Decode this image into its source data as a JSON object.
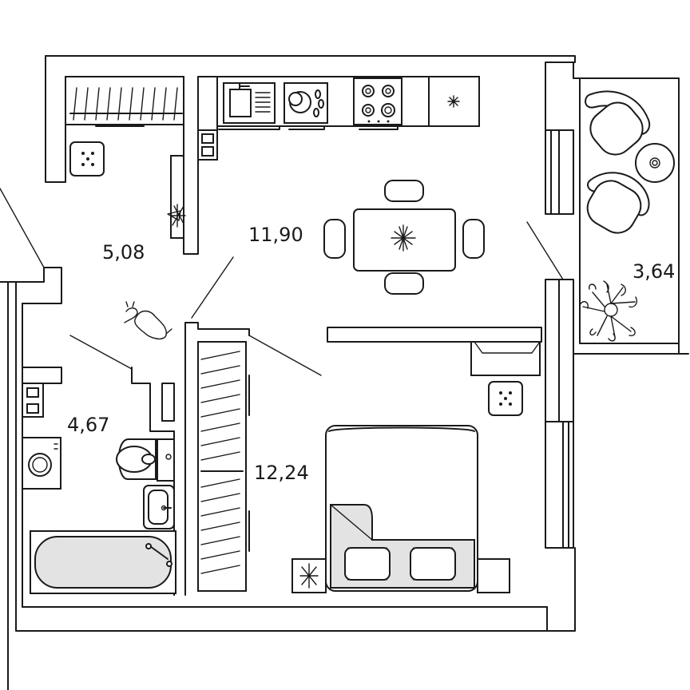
{
  "rooms": {
    "hallway": {
      "area": "5,08"
    },
    "kitchen_living": {
      "area": "11,90"
    },
    "balcony": {
      "area": "3,64"
    },
    "bathroom": {
      "area": "4,67"
    },
    "bedroom": {
      "area": "12,24"
    }
  },
  "colors": {
    "line": "#1a1a1a",
    "fill": "#ffffff",
    "accent_fill": "#e3e3e3"
  }
}
